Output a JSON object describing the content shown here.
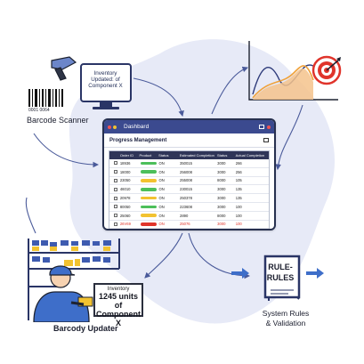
{
  "dashboard": {
    "title": "Dashbard",
    "panel_title": "Progress Management",
    "columns": [
      "",
      "Order ID",
      "Product",
      "Status",
      "Estimated Completion",
      "Status",
      "Actual Completion"
    ],
    "rows": [
      {
        "order_id": "18936",
        "status_color": "#4cbf5a",
        "status": "ON",
        "estimated": "350015",
        "status2": "3000",
        "actual": "266",
        "highlight": false
      },
      {
        "order_id": "18000",
        "status_color": "#4cbf5a",
        "status": "ON",
        "estimated": "256008",
        "status2": "3000",
        "actual": "256",
        "highlight": false
      },
      {
        "order_id": "23050",
        "status_color": "#f2c230",
        "status": "ON",
        "estimated": "255008",
        "status2": "8000",
        "actual": "105",
        "highlight": false
      },
      {
        "order_id": "46010",
        "status_color": "#4cbf5a",
        "status": "ON",
        "estimated": "230015",
        "status2": "3000",
        "actual": "135",
        "highlight": false
      },
      {
        "order_id": "20978",
        "status_color": "#f2c230",
        "status": "ON",
        "estimated": "250378",
        "status2": "3000",
        "actual": "135",
        "highlight": false
      },
      {
        "order_id": "80050",
        "status_color": "#4cbf5a",
        "status": "ON",
        "estimated": "223608",
        "status2": "3000",
        "actual": "100",
        "highlight": false
      },
      {
        "order_id": "25060",
        "status_color": "#f2c230",
        "status": "ON",
        "estimated": "2890",
        "status2": "8000",
        "actual": "100",
        "highlight": false
      },
      {
        "order_id": "26V69",
        "status_color": "#e0342b",
        "status": "ON",
        "estimated": "25076",
        "status2": "3000",
        "actual": "100",
        "highlight": true
      }
    ]
  },
  "scanner": {
    "label": "Barcode Scanner",
    "barcode_number": "0001 0064"
  },
  "inventory_bubble": {
    "text": "Inventory Updated: of Component X"
  },
  "updater": {
    "label": "Barcody Updater",
    "card_line1": "Inventory",
    "card_line2": "1245 units of",
    "card_line3": "Component X"
  },
  "rules": {
    "book_line1": "RULE-",
    "book_line2": "RULES",
    "label_line1": "System Rules",
    "label_line2": "& Validation"
  },
  "colors": {
    "accent_blue": "#3b4a8f",
    "blob": "#e7eaf7",
    "arrow": "#4a5a9a",
    "chart_orange": "#f0a23a",
    "target_red": "#e0342b"
  },
  "icons": [
    "barcode-scanner-icon",
    "monitor-icon",
    "growth-chart-icon",
    "target-icon",
    "worker-icon",
    "shelf-icon",
    "rule-book-icon",
    "arrow-right-icon"
  ]
}
